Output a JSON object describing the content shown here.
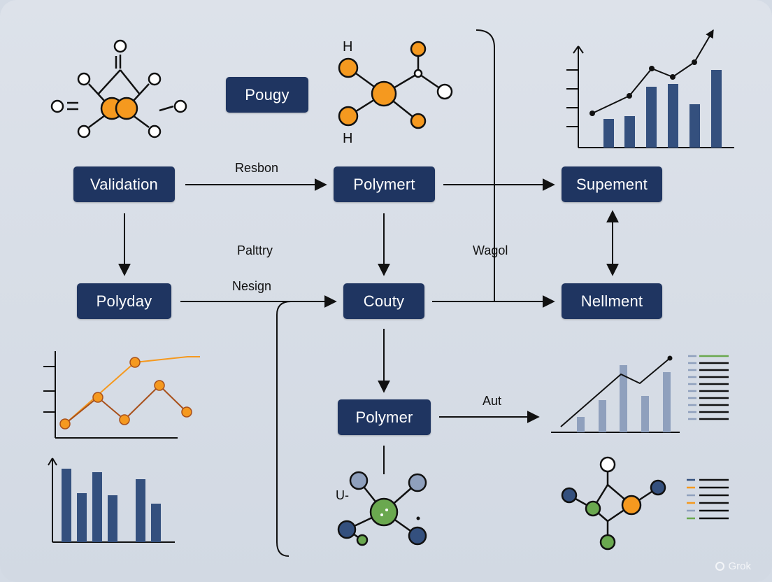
{
  "diagram": {
    "nodes": {
      "pougy": "Pougy",
      "validation": "Validation",
      "polymert": "Polymert",
      "supement": "Supement",
      "polyday": "Polyday",
      "couty": "Couty",
      "nellment": "Nellment",
      "polymer": "Polymer"
    },
    "edge_labels": {
      "resbon": "Resbon",
      "paltry": "Palttry",
      "nesign": "Nesign",
      "wagol": "Wagol",
      "aut": "Aut"
    },
    "molecule_labels": {
      "h_top": "H",
      "h_bottom": "H",
      "o_left": "O=",
      "u_left": "U-"
    }
  },
  "colors": {
    "node_fill": "#1f3561",
    "orange": "#f5991f",
    "green": "#6aa84f",
    "bar": "#34507e",
    "bar_light": "#8fa0bd"
  },
  "watermark": "Grok"
}
